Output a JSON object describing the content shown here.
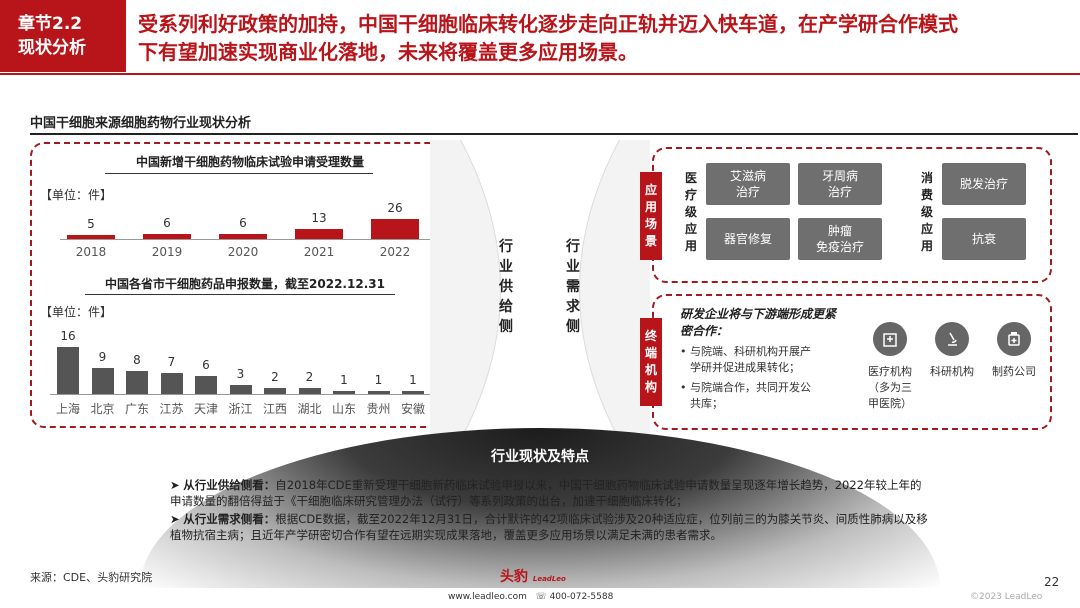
{
  "header": {
    "chapter_line1": "章节2.2",
    "chapter_line2": "现状分析",
    "headline_line1": "受系列利好政策的加持，中国干细胞临床转化逐步走向正轨并迈入快车道，在产学研合作模式",
    "headline_line2": "下有望加速实现商业化落地，未来将覆盖更多应用场景。"
  },
  "section_title": "中国干细胞来源细胞药物行业现状分析",
  "supply_label": [
    "行",
    "业",
    "供",
    "给",
    "侧"
  ],
  "demand_label": [
    "行",
    "业",
    "需",
    "求",
    "侧"
  ],
  "colors": {
    "brand": "#b8151b",
    "bar_gray": "#555555",
    "tile_gray": "#6f6f6f"
  },
  "chart_data": [
    {
      "type": "bar",
      "title": "中国新增干细胞药物临床试验申请受理数量",
      "unit": "【单位：件】",
      "categories": [
        "2018",
        "2019",
        "2020",
        "2021",
        "2022"
      ],
      "values": [
        5,
        6,
        6,
        13,
        26
      ],
      "labels": [
        "5",
        "6",
        "6",
        "13",
        "26"
      ],
      "ylim": [
        0,
        26
      ]
    },
    {
      "type": "bar",
      "title": "中国各省市干细胞药品申报数量，截至2022.12.31",
      "unit": "【单位：件】",
      "categories": [
        "上海",
        "北京",
        "广东",
        "江苏",
        "天津",
        "浙江",
        "江西",
        "湖北",
        "山东",
        "贵州",
        "安徽"
      ],
      "values": [
        16,
        9,
        8,
        7,
        6,
        3,
        2,
        2,
        1,
        1,
        1
      ],
      "labels": [
        "16",
        "9",
        "8",
        "7",
        "6",
        "3",
        "2",
        "2",
        "1",
        "1",
        "1"
      ],
      "ylim": [
        0,
        16
      ]
    }
  ],
  "application": {
    "tag": [
      "应",
      "用",
      "场",
      "景"
    ],
    "medical_col": [
      "医",
      "疗",
      "级",
      "应",
      "用"
    ],
    "consumer_col": [
      "消",
      "费",
      "级",
      "应",
      "用"
    ],
    "medical_tiles": [
      {
        "line1": "艾滋病",
        "line2": "治疗"
      },
      {
        "line1": "牙周病",
        "line2": "治疗"
      },
      {
        "line1": "器官修复",
        "line2": ""
      },
      {
        "line1": "肿瘤",
        "line2": "免疫治疗"
      }
    ],
    "consumer_tiles": [
      {
        "line1": "脱发治疗",
        "line2": ""
      },
      {
        "line1": "抗衰",
        "line2": ""
      }
    ]
  },
  "terminal": {
    "tag": [
      "终",
      "端",
      "机",
      "构"
    ],
    "heading_line1": "研发企业将与下游端形成更紧",
    "heading_line2": "密合作：",
    "bullet1_line1": "与院端、科研机构开展产",
    "bullet1_line2": "学研并促进成果转化；",
    "bullet2_line1": "与院端合作，共同开发公",
    "bullet2_line2": "共库；",
    "orgs": [
      {
        "icon": "hospital-icon",
        "line1": "医疗机构",
        "line2": "（多为三",
        "line3": "甲医院）"
      },
      {
        "icon": "microscope-icon",
        "line1": "科研机构",
        "line2": "",
        "line3": ""
      },
      {
        "icon": "pharma-icon",
        "line1": "制药公司",
        "line2": "",
        "line3": ""
      }
    ]
  },
  "summary": {
    "title": "行业现状及特点",
    "p1_bold": "从行业供给侧看：",
    "p1_text": "自2018年CDE重新受理干细胞新药临床试验申报以来，中国干细胞药物临床试验申请数量呈现逐年增长趋势，2022年较上年的申请数量的翻倍得益于《干细胞临床研究管理办法（试行）等系列政策的出台，加速干细胞临床转化；",
    "p2_bold": "从行业需求侧看：",
    "p2_text": "根据CDE数据，截至2022年12月31日，合计默许的42项临床试验涉及20种适应症，位列前三的为膝关节炎、间质性肺病以及移植物抗宿主病；且近年产学研密切合作有望在远期实现成果落地，覆盖更多应用场景以满足未满的患者需求。"
  },
  "footer": {
    "source": "来源：CDE、头豹研究院",
    "logo_text": "头豹",
    "logo_sub": "LeadLeo",
    "website": "www.leadleo.com",
    "phone": "400-072-5588",
    "copyright": "©2023 LeadLeo",
    "page": "22"
  }
}
